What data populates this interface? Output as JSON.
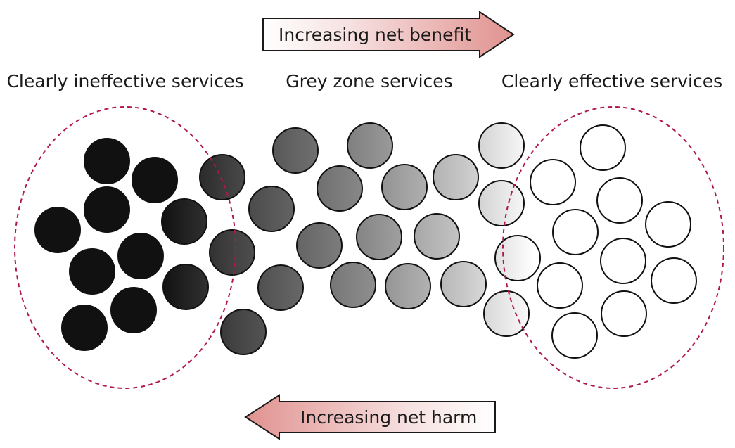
{
  "title": "Health services spectrum from clearly ineffective to clearly effective",
  "arrows": {
    "benefit": {
      "label": "Increasing net benefit",
      "direction": "right"
    },
    "harm": {
      "label": "Increasing net harm",
      "direction": "left"
    }
  },
  "groups": {
    "ineffective": {
      "label": "Clearly ineffective services"
    },
    "grey_zone": {
      "label": "Grey zone services"
    },
    "effective": {
      "label": "Clearly effective services"
    }
  },
  "colors": {
    "zone_outline": "#b0184a",
    "arrow_fill_light": "#ffffff",
    "arrow_fill_dark": "#e3999b",
    "circle_outline": "#111111",
    "dark_end": "#111111",
    "light_end": "#ffffff"
  }
}
